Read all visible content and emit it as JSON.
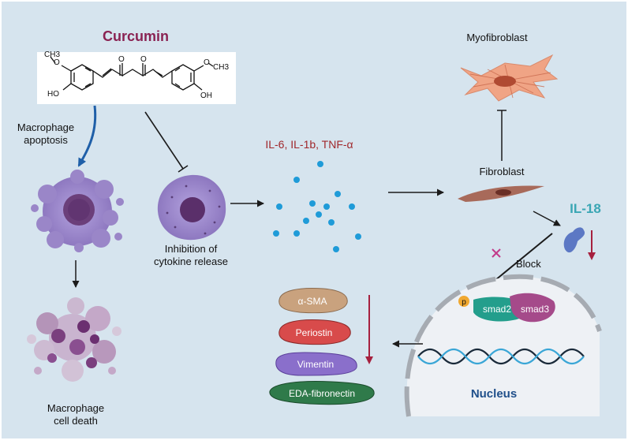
{
  "title": "Curcumin",
  "structure_labels": {
    "o_top": "O",
    "o_top2": "O",
    "ome_left": "O",
    "ch3_left": "CH3",
    "ho_left": "HO",
    "ome_right": "O",
    "ch3_right": "CH3",
    "oh_right": "OH"
  },
  "macrophage_apoptosis": [
    "Macrophage",
    "apoptosis"
  ],
  "macrophage_death": [
    "Macrophage",
    "cell death"
  ],
  "inhibition": [
    "Inhibition of",
    "cytokine release"
  ],
  "cytokines": "IL-6, IL-1b, TNF-α",
  "myofibroblast": "Myofibroblast",
  "fibroblast": "Fibroblast",
  "il18": "IL-18",
  "block": "Block",
  "phospho": "p",
  "smad2": "smad2",
  "smad3": "smad3",
  "nucleus": "Nucleus",
  "proteins": [
    "α-SMA",
    "Periostin",
    "Vimentin",
    "EDA-fibronectin"
  ],
  "colors": {
    "background": "#d6e4ee",
    "curcumin_title": "#8a2252",
    "cytokine_text": "#a0282c",
    "il18_text": "#3aa6b4",
    "down_arrow": "#a6203e",
    "macrophage": "#9a86c8",
    "cytokine_dot": "#1f9bd8",
    "fibroblast": "#a86a5a",
    "myofibroblast": "#f0a485",
    "smad2": "#239e8c",
    "smad3": "#a54a8a",
    "phospho": "#f0a830",
    "asma": "#c9a27e",
    "periostin": "#d84b4b",
    "vimentin": "#8a6fcb",
    "eda_fibronectin": "#2f7a4a"
  }
}
